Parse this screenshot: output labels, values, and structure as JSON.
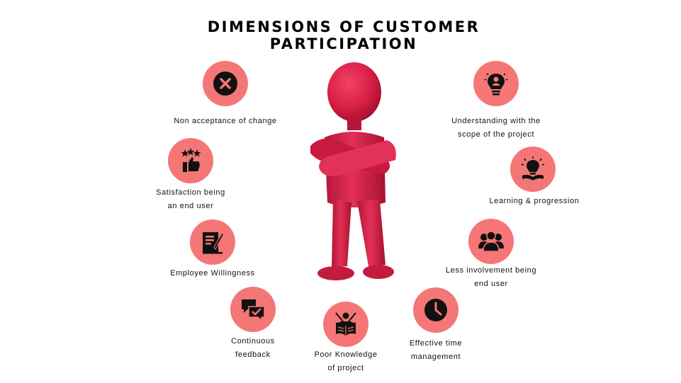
{
  "title": {
    "line1": "DIMENSIONS OF CUSTOMER",
    "line2": "PARTICIPATION"
  },
  "accent_color": "#f57676",
  "figure_color": "#d81f45",
  "items": [
    {
      "icon": "close-icon",
      "line1": "Non acceptance of change",
      "line2": ""
    },
    {
      "icon": "lightbulb-person-icon",
      "line1": "Understanding with the",
      "line2": "scope of the project"
    },
    {
      "icon": "thumbs-up-stars-icon",
      "line1": "Satisfaction being",
      "line2": "an end user"
    },
    {
      "icon": "lightbulb-book-icon",
      "line1": "Learning & progression",
      "line2": ""
    },
    {
      "icon": "document-pen-icon",
      "line1": "Employee Willingness",
      "line2": ""
    },
    {
      "icon": "group-icon",
      "line1": "Less involvement being",
      "line2": "end user"
    },
    {
      "icon": "chat-check-icon",
      "line1": "Continuous",
      "line2": "feedback"
    },
    {
      "icon": "reading-person-icon",
      "line1": "Poor Knowledge",
      "line2": "of project"
    },
    {
      "icon": "clock-icon",
      "line1": "Effective time",
      "line2": "management"
    }
  ]
}
